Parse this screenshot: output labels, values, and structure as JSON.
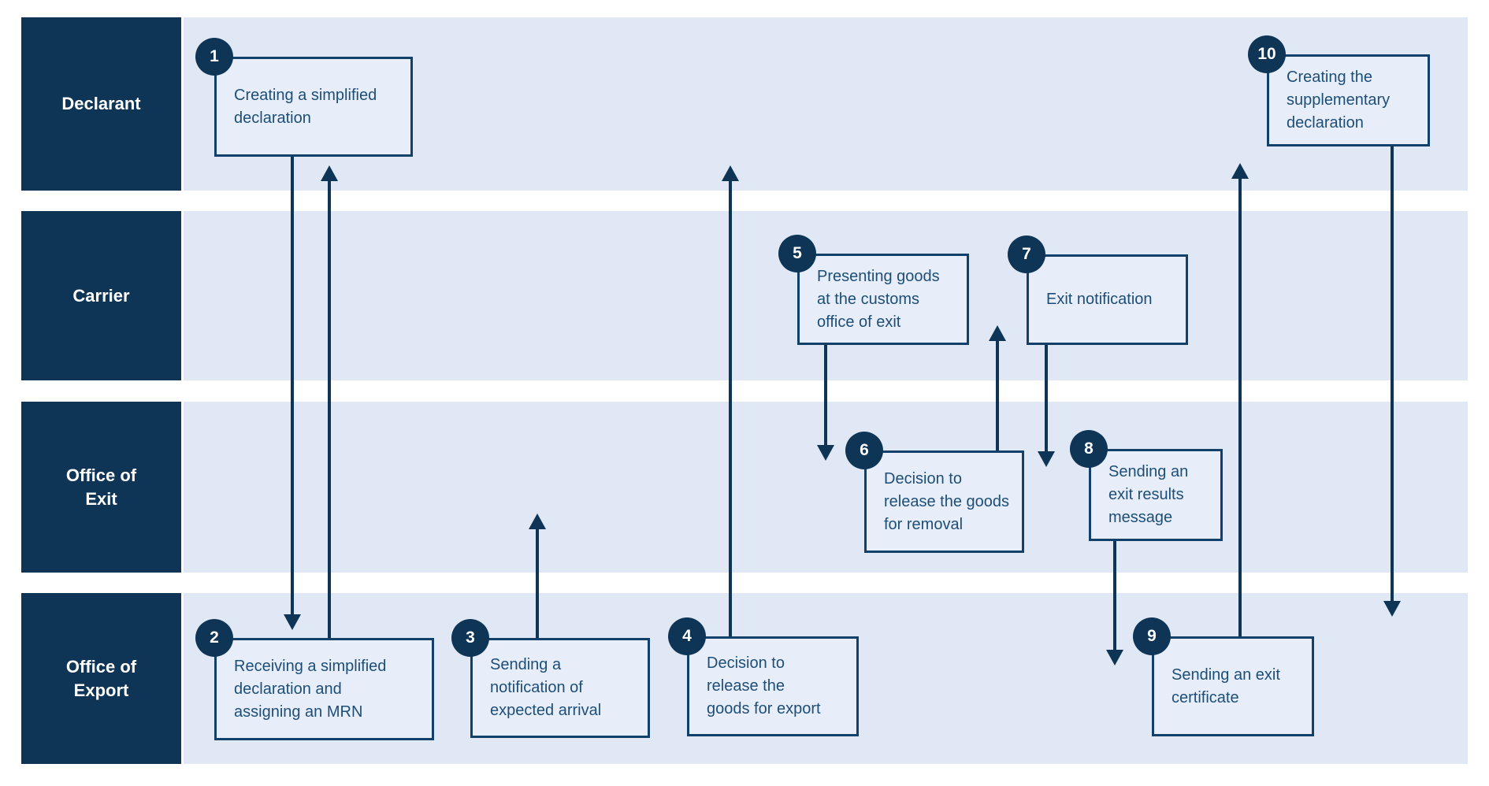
{
  "diagram": {
    "type": "swimlane-process-diagram",
    "lanes": [
      {
        "label": "Declarant"
      },
      {
        "label": "Carrier"
      },
      {
        "label": "Office of Exit"
      },
      {
        "label": "Office of Export"
      }
    ],
    "steps": [
      {
        "number": "1",
        "lane": "Declarant",
        "lines": [
          "Creating a simplified",
          "declaration"
        ]
      },
      {
        "number": "2",
        "lane": "Office of Export",
        "lines": [
          "Receiving a simplified",
          "declaration and",
          "assigning an MRN"
        ]
      },
      {
        "number": "3",
        "lane": "Office of Export",
        "lines": [
          "Sending a",
          "notification of",
          "expected arrival"
        ]
      },
      {
        "number": "4",
        "lane": "Office of Export",
        "lines": [
          "Decision to",
          "release the",
          "goods for export"
        ]
      },
      {
        "number": "5",
        "lane": "Carrier",
        "lines": [
          "Presenting goods",
          "at the customs",
          "office of exit"
        ]
      },
      {
        "number": "6",
        "lane": "Office of Exit",
        "lines": [
          "Decision to",
          "release the goods",
          "for removal"
        ]
      },
      {
        "number": "7",
        "lane": "Carrier",
        "lines": [
          "Exit notification"
        ]
      },
      {
        "number": "8",
        "lane": "Office of Exit",
        "lines": [
          "Sending an",
          "exit results",
          "message"
        ]
      },
      {
        "number": "9",
        "lane": "Office of Export",
        "lines": [
          "Sending an exit",
          "certificate"
        ]
      },
      {
        "number": "10",
        "lane": "Declarant",
        "lines": [
          "Creating the",
          "supplementary",
          "declaration"
        ]
      }
    ],
    "flows": [
      {
        "from": "1",
        "to": "2",
        "direction": "down"
      },
      {
        "from": "2",
        "to": "1",
        "direction": "up"
      },
      {
        "from": "3",
        "to": "Office of Exit lane",
        "direction": "up"
      },
      {
        "from": "4",
        "to": "Declarant lane",
        "direction": "up"
      },
      {
        "from": "5",
        "to": "6",
        "direction": "down"
      },
      {
        "from": "6",
        "to": "Carrier lane",
        "direction": "up"
      },
      {
        "from": "7",
        "to": "8",
        "direction": "down"
      },
      {
        "from": "8",
        "to": "9",
        "direction": "down"
      },
      {
        "from": "9",
        "to": "10",
        "direction": "up"
      },
      {
        "from": "10",
        "to": "Office of Export lane",
        "direction": "down"
      }
    ],
    "colors": {
      "dark_navy": "#0e3456",
      "lane_background": "#dfe8f4",
      "box_background": "#e8eef9",
      "box_border": "#11406a",
      "box_text": "#1d4e78",
      "number_text": "#ffffff",
      "page_background": "#ffffff"
    }
  }
}
